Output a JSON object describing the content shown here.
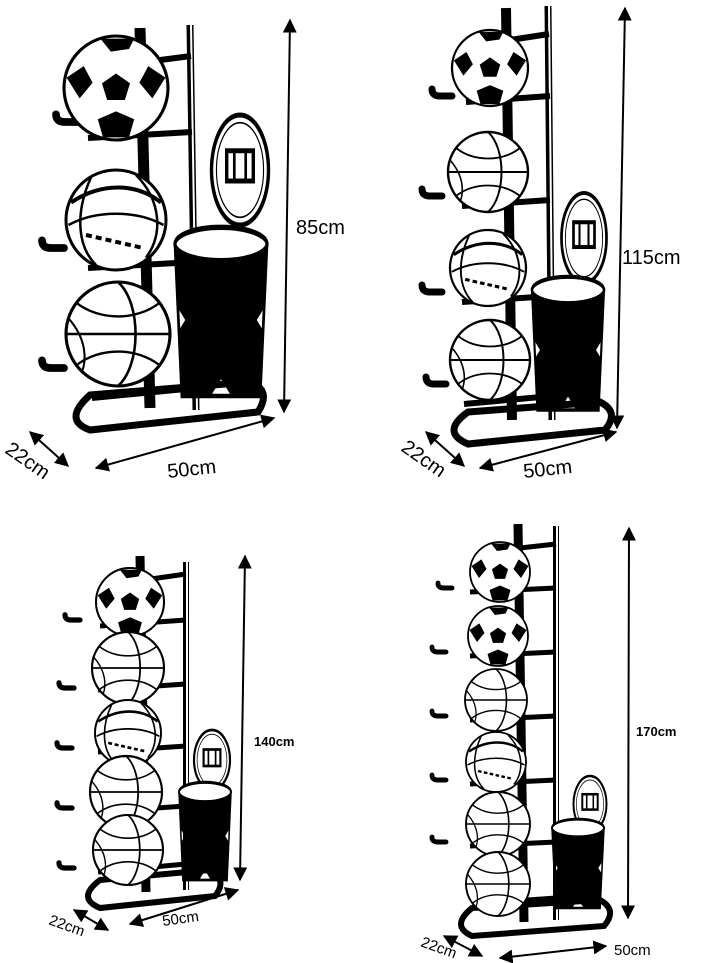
{
  "figure": {
    "background": "#ffffff",
    "ink": "#000000",
    "panels": [
      {
        "id": "panel-85",
        "shelves": 3,
        "height_label": "85cm",
        "width_label": "50cm",
        "depth_label": "22cm"
      },
      {
        "id": "panel-115",
        "shelves": 4,
        "height_label": "115cm",
        "width_label": "50cm",
        "depth_label": "22cm"
      },
      {
        "id": "panel-140",
        "shelves": 5,
        "height_label": "140cm",
        "width_label": "50cm",
        "depth_label": "22cm"
      },
      {
        "id": "panel-170",
        "shelves": 6,
        "height_label": "170cm",
        "width_label": "50cm",
        "depth_label": "22cm"
      }
    ]
  }
}
